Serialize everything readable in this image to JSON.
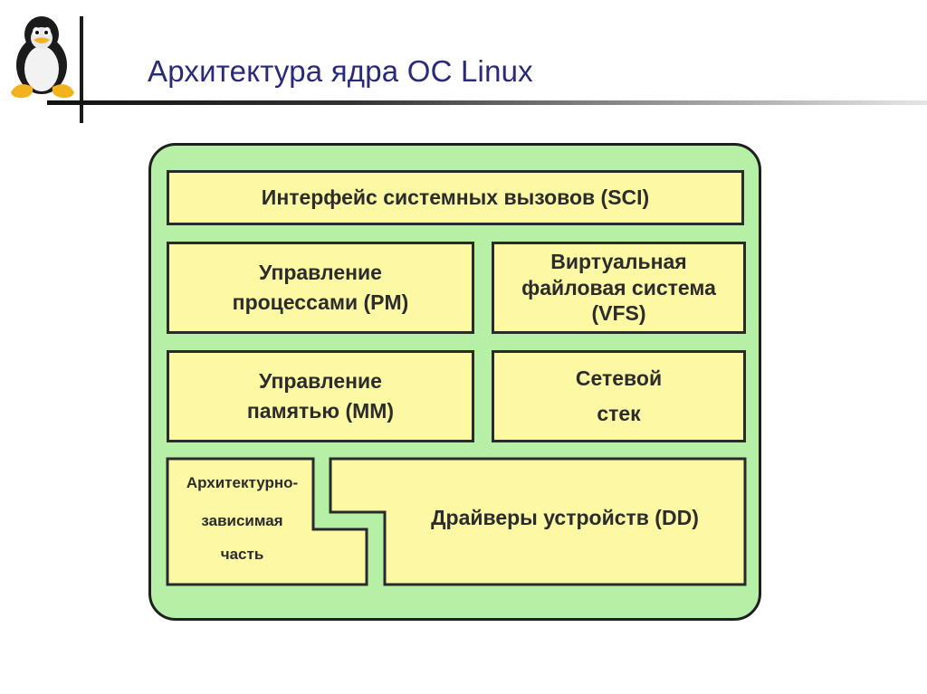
{
  "slide": {
    "title": "Архитектура ядра ОС Linux",
    "logo_icon": "tux-penguin-icon"
  },
  "diagram": {
    "colors": {
      "outer_fill": "#b5f0a6",
      "box_fill": "#fcf8a4",
      "border": "#2a2a2a",
      "title": "#2a2a7a"
    },
    "blocks": {
      "sci": "Интерфейс системных вызовов (SCI)",
      "pm": [
        "Управление",
        "процессами (PM)"
      ],
      "vfs": [
        "Виртуальная",
        "файловая система",
        "(VFS)"
      ],
      "mm": [
        "Управление",
        "памятью (MM)"
      ],
      "net": [
        "Сетевой",
        "стек"
      ],
      "arch": [
        "Архитектурно-",
        "зависимая",
        "часть"
      ],
      "dd": "Драйверы устройств (DD)"
    }
  }
}
